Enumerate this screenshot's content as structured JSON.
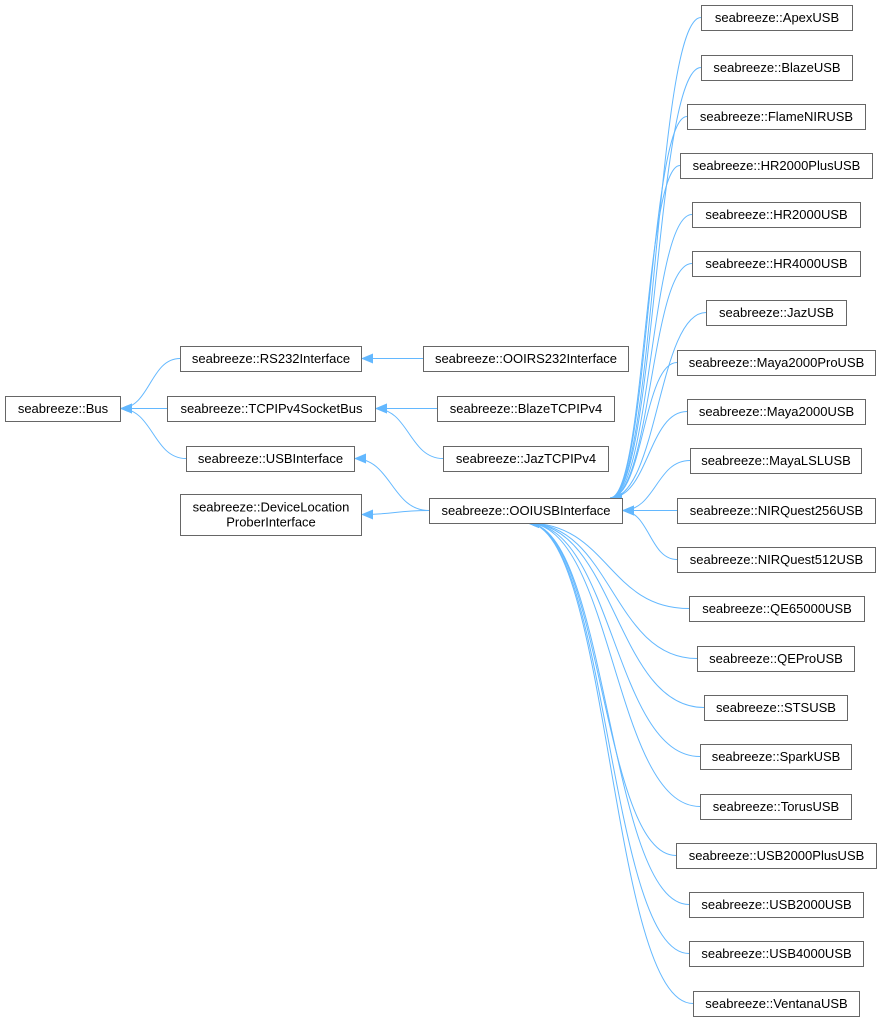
{
  "colors": {
    "edge": "#63b8ff",
    "node_border": "#666666",
    "node_fill": "#ffffff",
    "text": "#000000"
  },
  "nodes": [
    {
      "id": "bus",
      "lines": [
        "seabreeze::Bus"
      ]
    },
    {
      "id": "rs232",
      "lines": [
        "seabreeze::RS232Interface"
      ]
    },
    {
      "id": "tcpip",
      "lines": [
        "seabreeze::TCPIPv4SocketBus"
      ]
    },
    {
      "id": "usbif",
      "lines": [
        "seabreeze::USBInterface"
      ]
    },
    {
      "id": "dlpi",
      "lines": [
        "seabreeze::DeviceLocation",
        "ProberInterface"
      ]
    },
    {
      "id": "oois232",
      "lines": [
        "seabreeze::OOIRS232Interface"
      ]
    },
    {
      "id": "blazetcp",
      "lines": [
        "seabreeze::BlazeTCPIPv4"
      ]
    },
    {
      "id": "jaztcp",
      "lines": [
        "seabreeze::JazTCPIPv4"
      ]
    },
    {
      "id": "ooiusb",
      "lines": [
        "seabreeze::OOIUSBInterface"
      ]
    },
    {
      "id": "apex",
      "lines": [
        "seabreeze::ApexUSB"
      ]
    },
    {
      "id": "blaze",
      "lines": [
        "seabreeze::BlazeUSB"
      ]
    },
    {
      "id": "flame",
      "lines": [
        "seabreeze::FlameNIRUSB"
      ]
    },
    {
      "id": "hr2000p",
      "lines": [
        "seabreeze::HR2000PlusUSB"
      ]
    },
    {
      "id": "hr2000",
      "lines": [
        "seabreeze::HR2000USB"
      ]
    },
    {
      "id": "hr4000",
      "lines": [
        "seabreeze::HR4000USB"
      ]
    },
    {
      "id": "jaz",
      "lines": [
        "seabreeze::JazUSB"
      ]
    },
    {
      "id": "maya2kpro",
      "lines": [
        "seabreeze::Maya2000ProUSB"
      ]
    },
    {
      "id": "maya2k",
      "lines": [
        "seabreeze::Maya2000USB"
      ]
    },
    {
      "id": "mayals",
      "lines": [
        "seabreeze::MayaLSLUSB"
      ]
    },
    {
      "id": "nir256",
      "lines": [
        "seabreeze::NIRQuest256USB"
      ]
    },
    {
      "id": "nir512",
      "lines": [
        "seabreeze::NIRQuest512USB"
      ]
    },
    {
      "id": "qe65",
      "lines": [
        "seabreeze::QE65000USB"
      ]
    },
    {
      "id": "qepro",
      "lines": [
        "seabreeze::QEProUSB"
      ]
    },
    {
      "id": "sts",
      "lines": [
        "seabreeze::STSUSB"
      ]
    },
    {
      "id": "spark",
      "lines": [
        "seabreeze::SparkUSB"
      ]
    },
    {
      "id": "torus",
      "lines": [
        "seabreeze::TorusUSB"
      ]
    },
    {
      "id": "usb2kp",
      "lines": [
        "seabreeze::USB2000PlusUSB"
      ]
    },
    {
      "id": "usb2k",
      "lines": [
        "seabreeze::USB2000USB"
      ]
    },
    {
      "id": "usb4k",
      "lines": [
        "seabreeze::USB4000USB"
      ]
    },
    {
      "id": "ventana",
      "lines": [
        "seabreeze::VentanaUSB"
      ]
    }
  ],
  "edges": [
    {
      "from": "rs232",
      "to": "bus"
    },
    {
      "from": "tcpip",
      "to": "bus"
    },
    {
      "from": "usbif",
      "to": "bus"
    },
    {
      "from": "oois232",
      "to": "rs232"
    },
    {
      "from": "blazetcp",
      "to": "tcpip"
    },
    {
      "from": "jaztcp",
      "to": "tcpip"
    },
    {
      "from": "ooiusb",
      "to": "usbif"
    },
    {
      "from": "ooiusb",
      "to": "dlpi"
    },
    {
      "from": "apex",
      "to": "ooiusb"
    },
    {
      "from": "blaze",
      "to": "ooiusb"
    },
    {
      "from": "flame",
      "to": "ooiusb"
    },
    {
      "from": "hr2000p",
      "to": "ooiusb"
    },
    {
      "from": "hr2000",
      "to": "ooiusb"
    },
    {
      "from": "hr4000",
      "to": "ooiusb"
    },
    {
      "from": "jaz",
      "to": "ooiusb"
    },
    {
      "from": "maya2kpro",
      "to": "ooiusb"
    },
    {
      "from": "maya2k",
      "to": "ooiusb"
    },
    {
      "from": "mayals",
      "to": "ooiusb"
    },
    {
      "from": "nir256",
      "to": "ooiusb"
    },
    {
      "from": "nir512",
      "to": "ooiusb"
    },
    {
      "from": "qe65",
      "to": "ooiusb"
    },
    {
      "from": "qepro",
      "to": "ooiusb"
    },
    {
      "from": "sts",
      "to": "ooiusb"
    },
    {
      "from": "spark",
      "to": "ooiusb"
    },
    {
      "from": "torus",
      "to": "ooiusb"
    },
    {
      "from": "usb2kp",
      "to": "ooiusb"
    },
    {
      "from": "usb2k",
      "to": "ooiusb"
    },
    {
      "from": "usb4k",
      "to": "ooiusb"
    },
    {
      "from": "ventana",
      "to": "ooiusb"
    }
  ]
}
